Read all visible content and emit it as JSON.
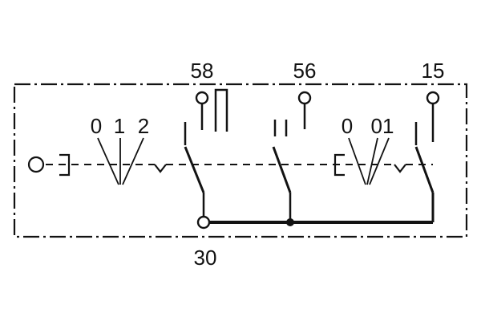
{
  "diagram": {
    "labels": {
      "terminal_58": "58",
      "terminal_56": "56",
      "terminal_15": "15",
      "terminal_30": "30",
      "left_positions": [
        "0",
        "1",
        "2"
      ],
      "right_positions": [
        "0",
        "01"
      ]
    },
    "colors": {
      "ink": "#121212",
      "paper": "#ffffff"
    }
  }
}
